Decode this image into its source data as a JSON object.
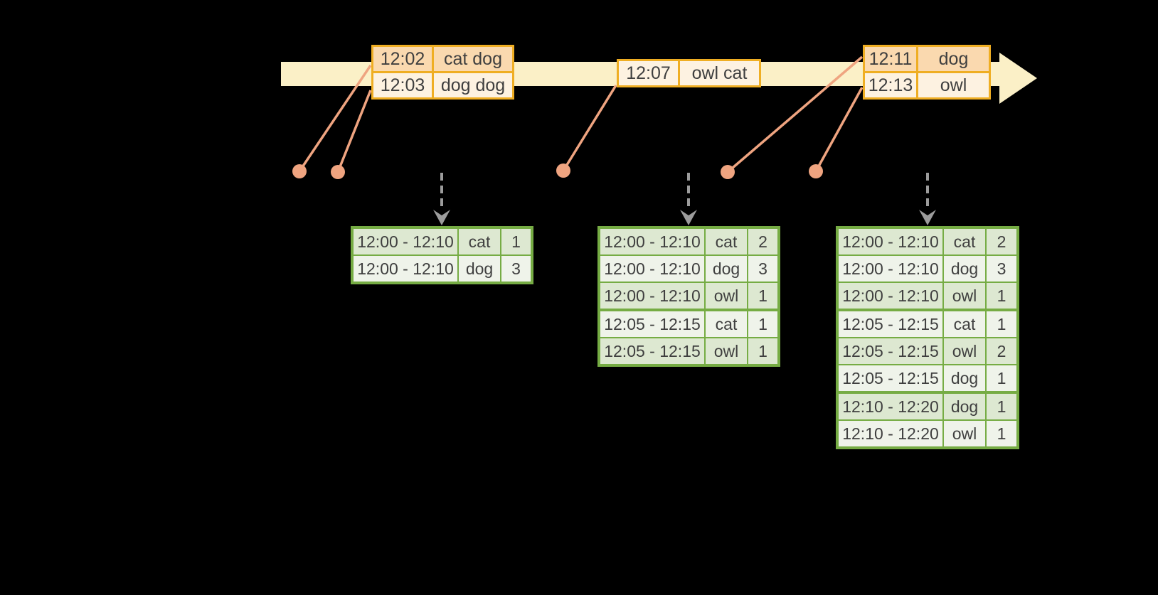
{
  "diagram": {
    "kind": "windowed-grouped-aggregation-timeline",
    "visible_text_only": true
  },
  "colors": {
    "background": "#000000",
    "timeline_fill": "#FBF0C7",
    "event_table_border": "#EFAE23",
    "event_cell_dark": "#FAD9AF",
    "event_cell_light": "#FDF2E1",
    "event_marker": "#EFA480",
    "result_table_border": "#76AC44",
    "result_cell_dark": "#DDE8D1",
    "result_cell_light": "#EFF3EA",
    "trigger_arrow": "#9C9C9C",
    "text": "#3F3F3F"
  },
  "event_tables": [
    {
      "rows": [
        {
          "time": "12:02",
          "words": "cat dog"
        },
        {
          "time": "12:03",
          "words": "dog dog"
        }
      ]
    },
    {
      "rows": [
        {
          "time": "12:07",
          "words": "owl cat"
        }
      ]
    },
    {
      "rows": [
        {
          "time": "12:11",
          "words": "dog"
        },
        {
          "time": "12:13",
          "words": "owl"
        }
      ]
    }
  ],
  "result_tables": [
    {
      "rows": [
        {
          "window": "12:00 - 12:10",
          "word": "cat",
          "count": 1
        },
        {
          "window": "12:00 - 12:10",
          "word": "dog",
          "count": 3
        }
      ]
    },
    {
      "rows": [
        {
          "window": "12:00 - 12:10",
          "word": "cat",
          "count": 2
        },
        {
          "window": "12:00 - 12:10",
          "word": "dog",
          "count": 3
        },
        {
          "window": "12:00 - 12:10",
          "word": "owl",
          "count": 1
        },
        {
          "window": "12:05 - 12:15",
          "word": "cat",
          "count": 1
        },
        {
          "window": "12:05 - 12:15",
          "word": "owl",
          "count": 1
        }
      ]
    },
    {
      "rows": [
        {
          "window": "12:00 - 12:10",
          "word": "cat",
          "count": 2
        },
        {
          "window": "12:00 - 12:10",
          "word": "dog",
          "count": 3
        },
        {
          "window": "12:00 - 12:10",
          "word": "owl",
          "count": 1
        },
        {
          "window": "12:05 - 12:15",
          "word": "cat",
          "count": 1
        },
        {
          "window": "12:05 - 12:15",
          "word": "owl",
          "count": 2
        },
        {
          "window": "12:05 - 12:15",
          "word": "dog",
          "count": 1
        },
        {
          "window": "12:10 - 12:20",
          "word": "dog",
          "count": 1
        },
        {
          "window": "12:10 - 12:20",
          "word": "owl",
          "count": 1
        }
      ]
    }
  ]
}
